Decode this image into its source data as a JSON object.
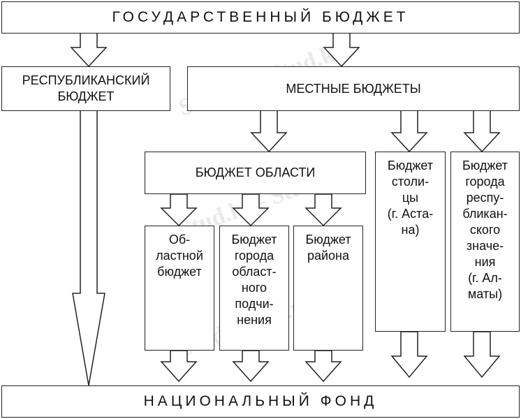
{
  "boxes": {
    "state_budget": "ГОСУДАРСТВЕННЫЙ БЮДЖЕТ",
    "republican_budget": "РЕСПУБЛИКАНСКИЙ\nБЮДЖЕТ",
    "local_budgets": "МЕСТНЫЕ БЮДЖЕТЫ",
    "oblast_budget_group": "БЮДЖЕТ ОБЛАСТИ",
    "oblast_budget": "Об-\nластной\nбюджет",
    "oblast_city_budget": "Бюджет\nгорода\nобласт-\nного\nподчи-\nнения",
    "district_budget": "Бюджет\nрайона",
    "capital_budget": "Бюджет\nстоли-\nцы\n(г. Аста-\nна)",
    "republican_city_budget": "Бюджет\nгорода\nреспу-\nбликан-\nского\nзначе-\nния\n(г. Ал-\nматы)",
    "national_fund": "НАЦИОНАЛЬНЫЙ ФОНД"
  },
  "watermark": "Stud.kz - Stud.kz"
}
